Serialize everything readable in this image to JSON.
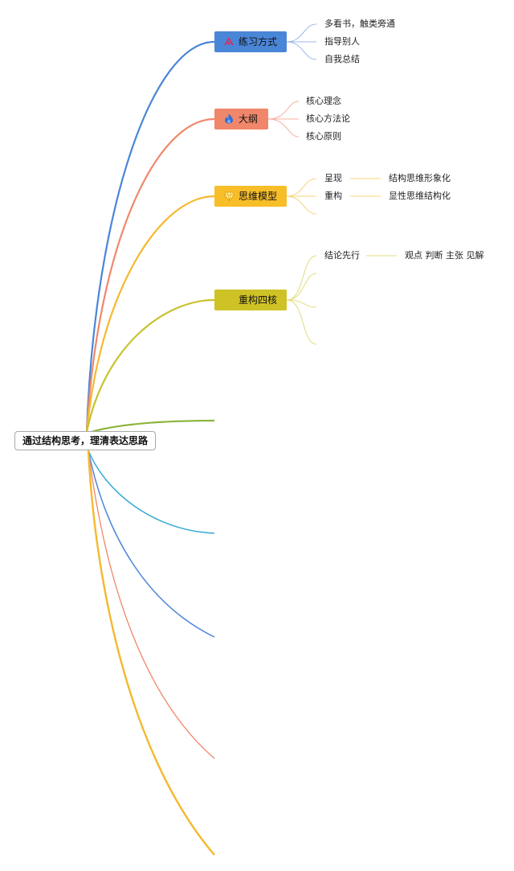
{
  "root": {
    "label": "通过结构思考，理清表达思路"
  },
  "branches": [
    {
      "label": "练习方式",
      "icon": "target-tag-icon",
      "color": "#4a86d8",
      "children": [
        "多看书，触类旁通",
        "指导别人",
        "自我总结"
      ]
    },
    {
      "label": "大纲",
      "icon": "flame-icon",
      "color": "#f0876a",
      "children": [
        "核心理念",
        "核心方法论",
        "核心原则"
      ]
    },
    {
      "label": "思维模型",
      "icon": "gem-icon",
      "color": "#f7be2a",
      "children": [
        {
          "label": "呈现",
          "detail": "结构思维形象化"
        },
        {
          "label": "重构",
          "detail": "显性思维结构化"
        }
      ]
    },
    {
      "label": "重构四核",
      "icon": "",
      "color": "#cfc226",
      "children": [
        {
          "label": "结论先行",
          "detail": "观点 判断 主张 见解"
        }
      ]
    }
  ],
  "edge_colors": {
    "blue": "#4a86d8",
    "salmon": "#f0876a",
    "amber": "#f5b82e",
    "olive": "#c7c22c",
    "green": "#8db33a",
    "cyan": "#36a9d6"
  }
}
